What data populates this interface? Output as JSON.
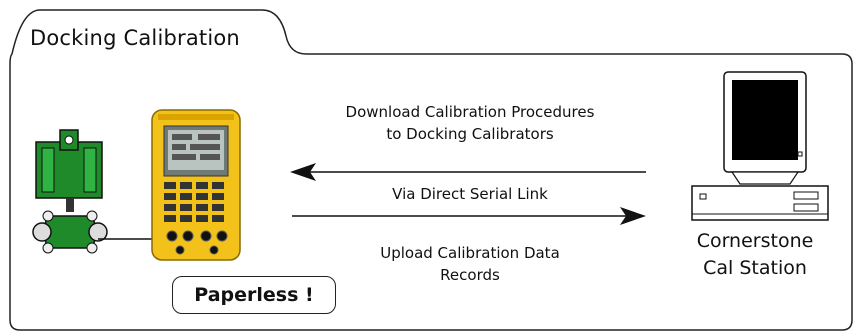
{
  "title": "Docking Calibration",
  "labels": {
    "download": "Download Calibration Procedures\nto Docking Calibrators",
    "via": "Via Direct Serial Link",
    "upload": "Upload Calibration Data\nRecords",
    "station": "Cornerstone\nCal Station",
    "paperless": "Paperless !"
  },
  "icons": [
    "pressure-transmitter-icon",
    "docking-calibrator-icon",
    "computer-workstation-icon",
    "arrow-left-icon",
    "arrow-right-icon"
  ],
  "colors": {
    "transmitter_green": "#1f8a2a",
    "calibrator_yellow": "#f2c21a",
    "screen_black": "#000000",
    "lcd_gray": "#b9c4c0"
  }
}
